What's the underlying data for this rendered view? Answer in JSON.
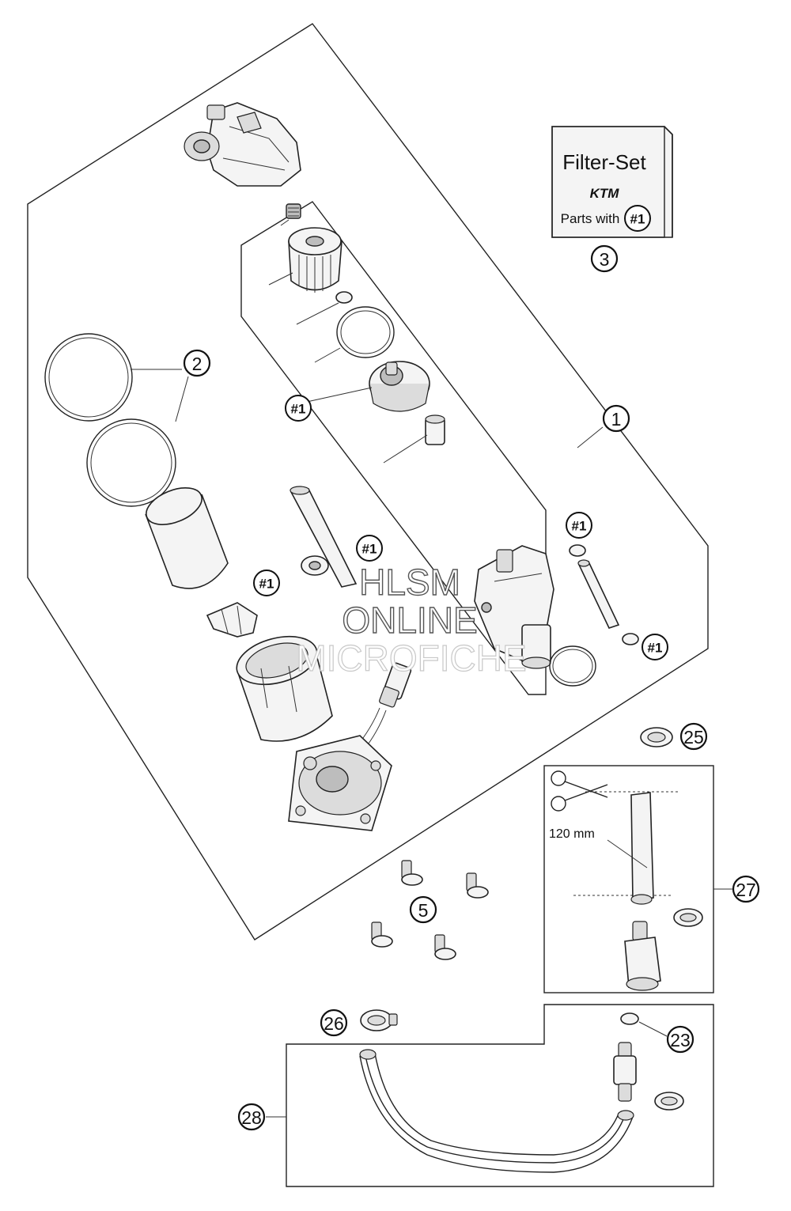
{
  "filter_set": {
    "title": "Filter-Set",
    "brand_logo": "KTM",
    "parts_with_label": "Parts with",
    "parts_with_ref": "#1"
  },
  "callouts": {
    "c1": "1",
    "c2": "2",
    "c3": "3",
    "c5": "5",
    "c23": "23",
    "c25": "25",
    "c26": "26",
    "c27": "27",
    "c28": "28"
  },
  "subset_marker": "#1",
  "hose_length_label": "120 mm",
  "watermark": {
    "line1": "HLSM",
    "line2": "ONLINE",
    "line3": "MICROFICHE"
  }
}
